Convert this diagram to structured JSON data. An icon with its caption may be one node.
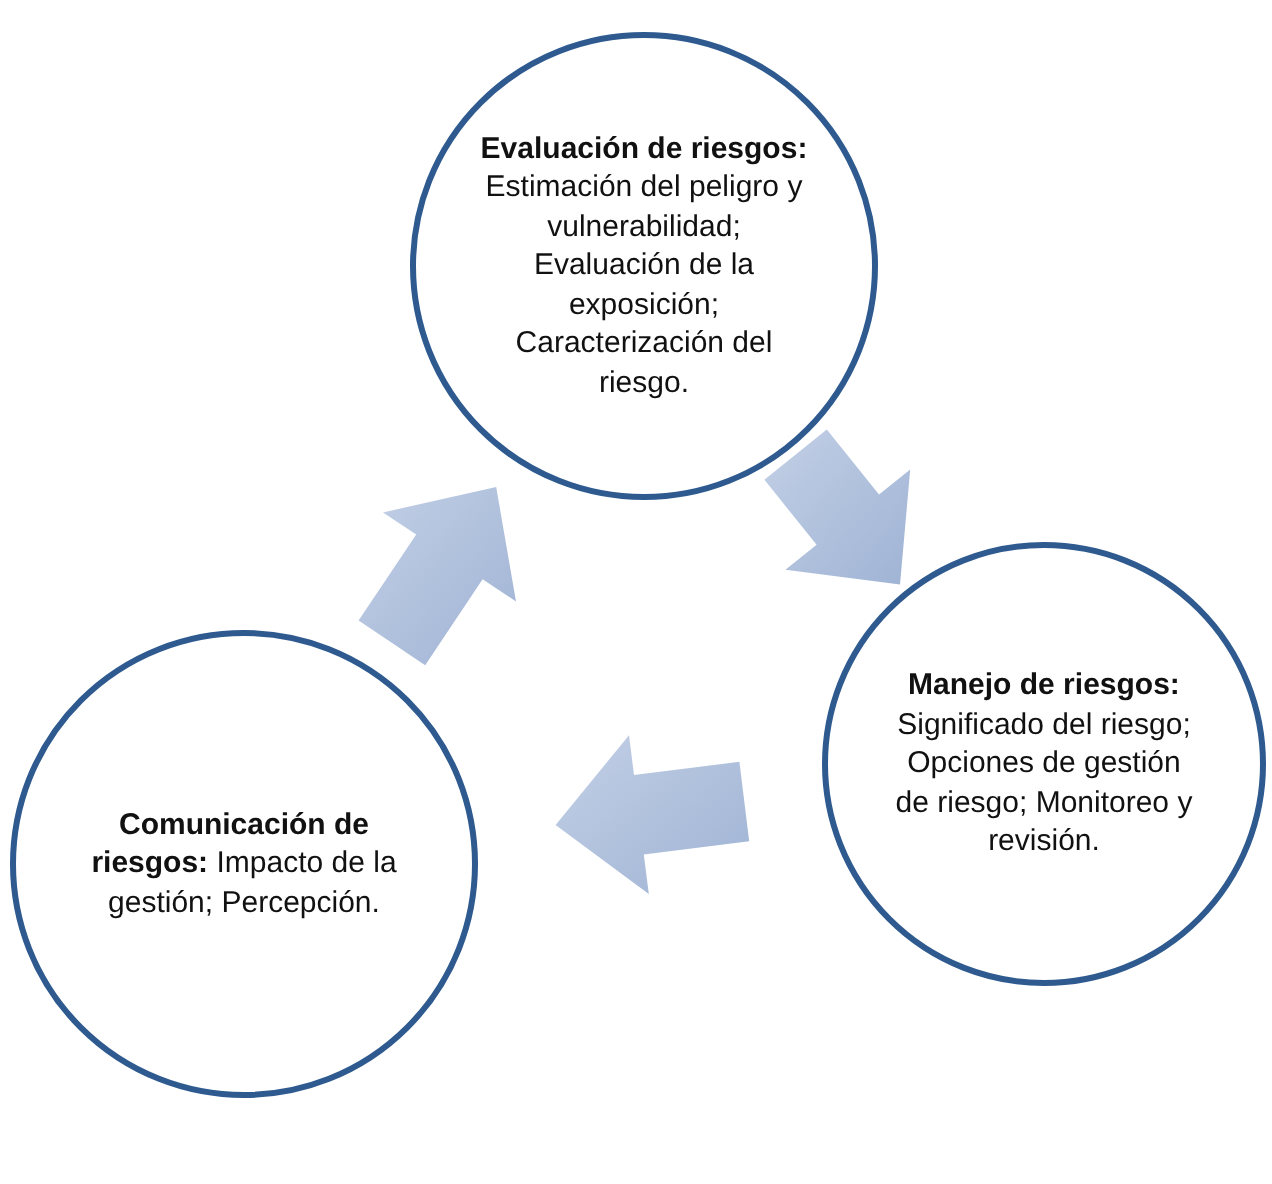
{
  "diagram": {
    "nodes": [
      {
        "text": [
          "**Evaluación de riesgos:** Estimación del peligro y vulnerabilidad; Evaluación de la exposición; Caracterización del riesgo."
        ]
      },
      {
        "text": [
          "**Manejo de riesgos:** Significado del riesgo; Opciones de gestión de riesgo; Monitoreo y revisión."
        ]
      },
      {
        "text": [
          "**Comunicación de riesgos:** Impacto de la gestión; Percepción."
        ]
      }
    ],
    "edges": [
      {
        "from": 0,
        "to": 1,
        "arrow": "to"
      },
      {
        "from": 1,
        "to": 2,
        "arrow": "to"
      },
      {
        "from": 2,
        "to": 0,
        "arrow": "to"
      }
    ]
  }
}
